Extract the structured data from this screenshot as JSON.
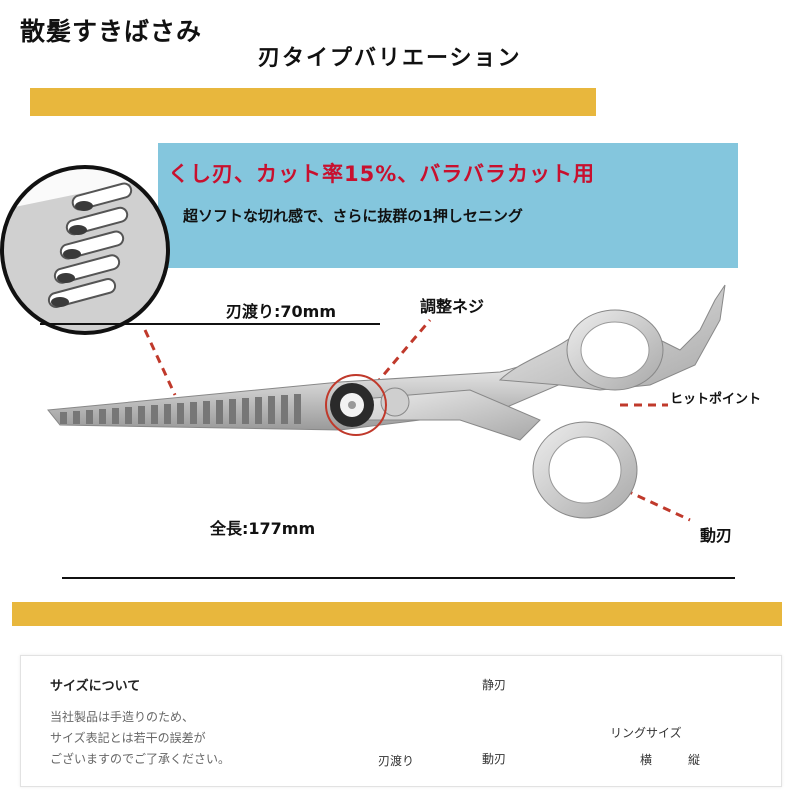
{
  "header": {
    "title": "散髪すきばさみ",
    "subtitle": "刃タイプバリエーション"
  },
  "feature": {
    "headline": "くし刃、カット率15%、バラバラカット用",
    "description": "超ソフトな切れ感で、さらに抜群の1押しセニング"
  },
  "callouts": {
    "blade_length": "刃渡り:70mm",
    "adjust_screw": "調整ネジ",
    "hit_point": "ヒットポイント",
    "total_length": "全長:177mm",
    "moving_blade": "動刃"
  },
  "size_info": {
    "title": "サイズについて",
    "note_lines": [
      "当社製品は手造りのため、",
      "サイズ表記とは若干の誤差が",
      "ございますのでご了承ください。"
    ],
    "static_blade": "静刃",
    "moving_blade": "動刃",
    "blade_length": "刃渡り",
    "ring_size": "リングサイズ",
    "horizontal": "横",
    "vertical": "縦"
  },
  "colors": {
    "gold": "#e8b73d",
    "blue_box": "#84c6dd",
    "headline_red": "#c8102e",
    "callout_red": "#c0392b",
    "ring_orange": "#e8a33d"
  }
}
